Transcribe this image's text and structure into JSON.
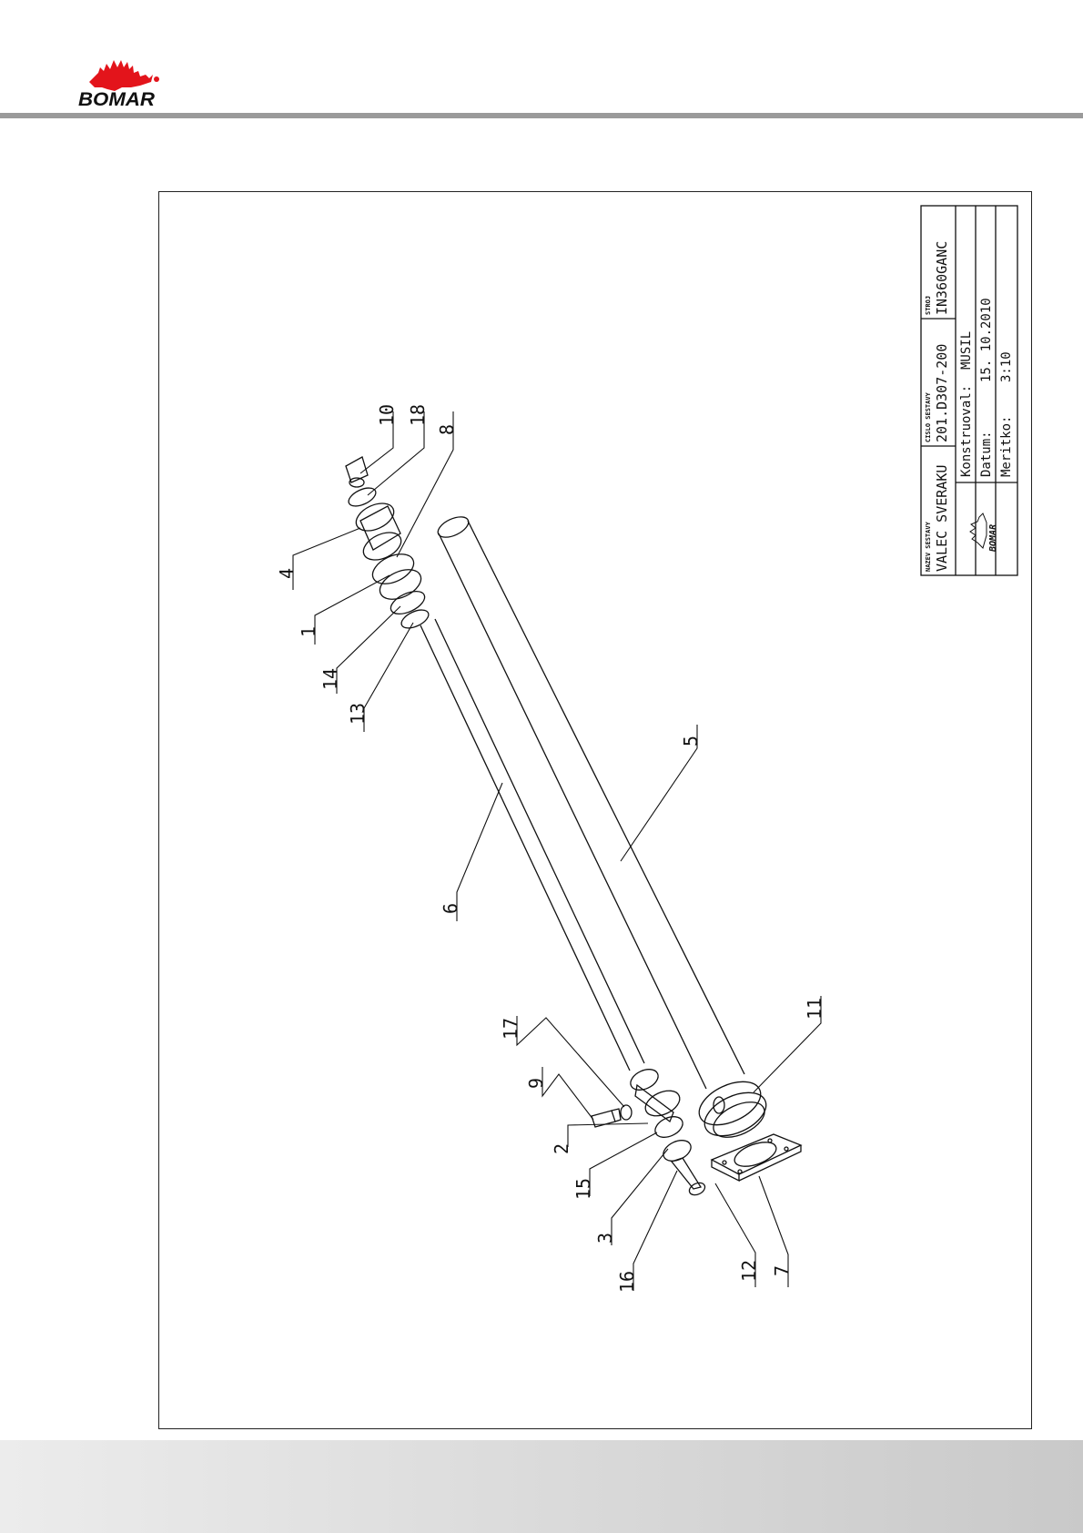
{
  "header": {
    "brand": "BOMAR",
    "brand_color": "#e3141b"
  },
  "title_block": {
    "assembly_name_label": "NAZEV SESTAVY",
    "assembly_name": "VALEC SVERAKU",
    "assembly_number_label": "CISLO SESTAVY",
    "assembly_number": "201.D307-200",
    "machine_label": "STROJ",
    "machine": "IN360GANC",
    "designer_label": "Konstruoval:",
    "designer": "MUSIL",
    "date_label": "Datum:",
    "date": "15. 10.2010",
    "scale_label": "Meritko:",
    "scale": "3:10",
    "logo_text": "BOMAR"
  },
  "callouts": [
    "1",
    "2",
    "3",
    "4",
    "5",
    "6",
    "7",
    "8",
    "9",
    "10",
    "11",
    "12",
    "13",
    "14",
    "15",
    "16",
    "17",
    "18"
  ]
}
